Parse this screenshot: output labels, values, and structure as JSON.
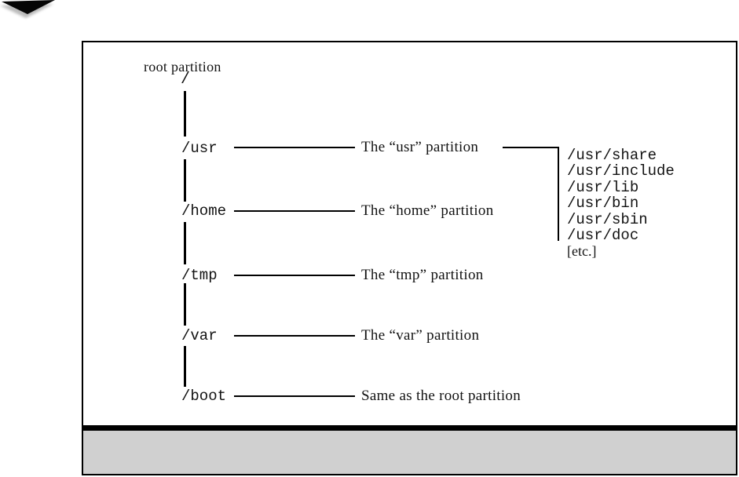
{
  "figure": {
    "root_label": "root partition",
    "root_path": "/",
    "rows": [
      {
        "path": "/usr",
        "description": "The “usr” partition"
      },
      {
        "path": "/home",
        "description": "The “home” partition"
      },
      {
        "path": "/tmp",
        "description": "The “tmp” partition"
      },
      {
        "path": "/var",
        "description": "The “var” partition"
      },
      {
        "path": "/boot",
        "description": "Same as the root partition"
      }
    ],
    "usr_subdirectories": [
      "/usr/share",
      "/usr/include",
      "/usr/lib",
      "/usr/bin",
      "/usr/sbin",
      "/usr/doc"
    ],
    "usr_subdirectories_suffix": "[etc.]",
    "colors": {
      "line": "#000000",
      "text": "#121212",
      "caption_background": "#d0d0d0",
      "divider_bar": "#000000"
    }
  }
}
